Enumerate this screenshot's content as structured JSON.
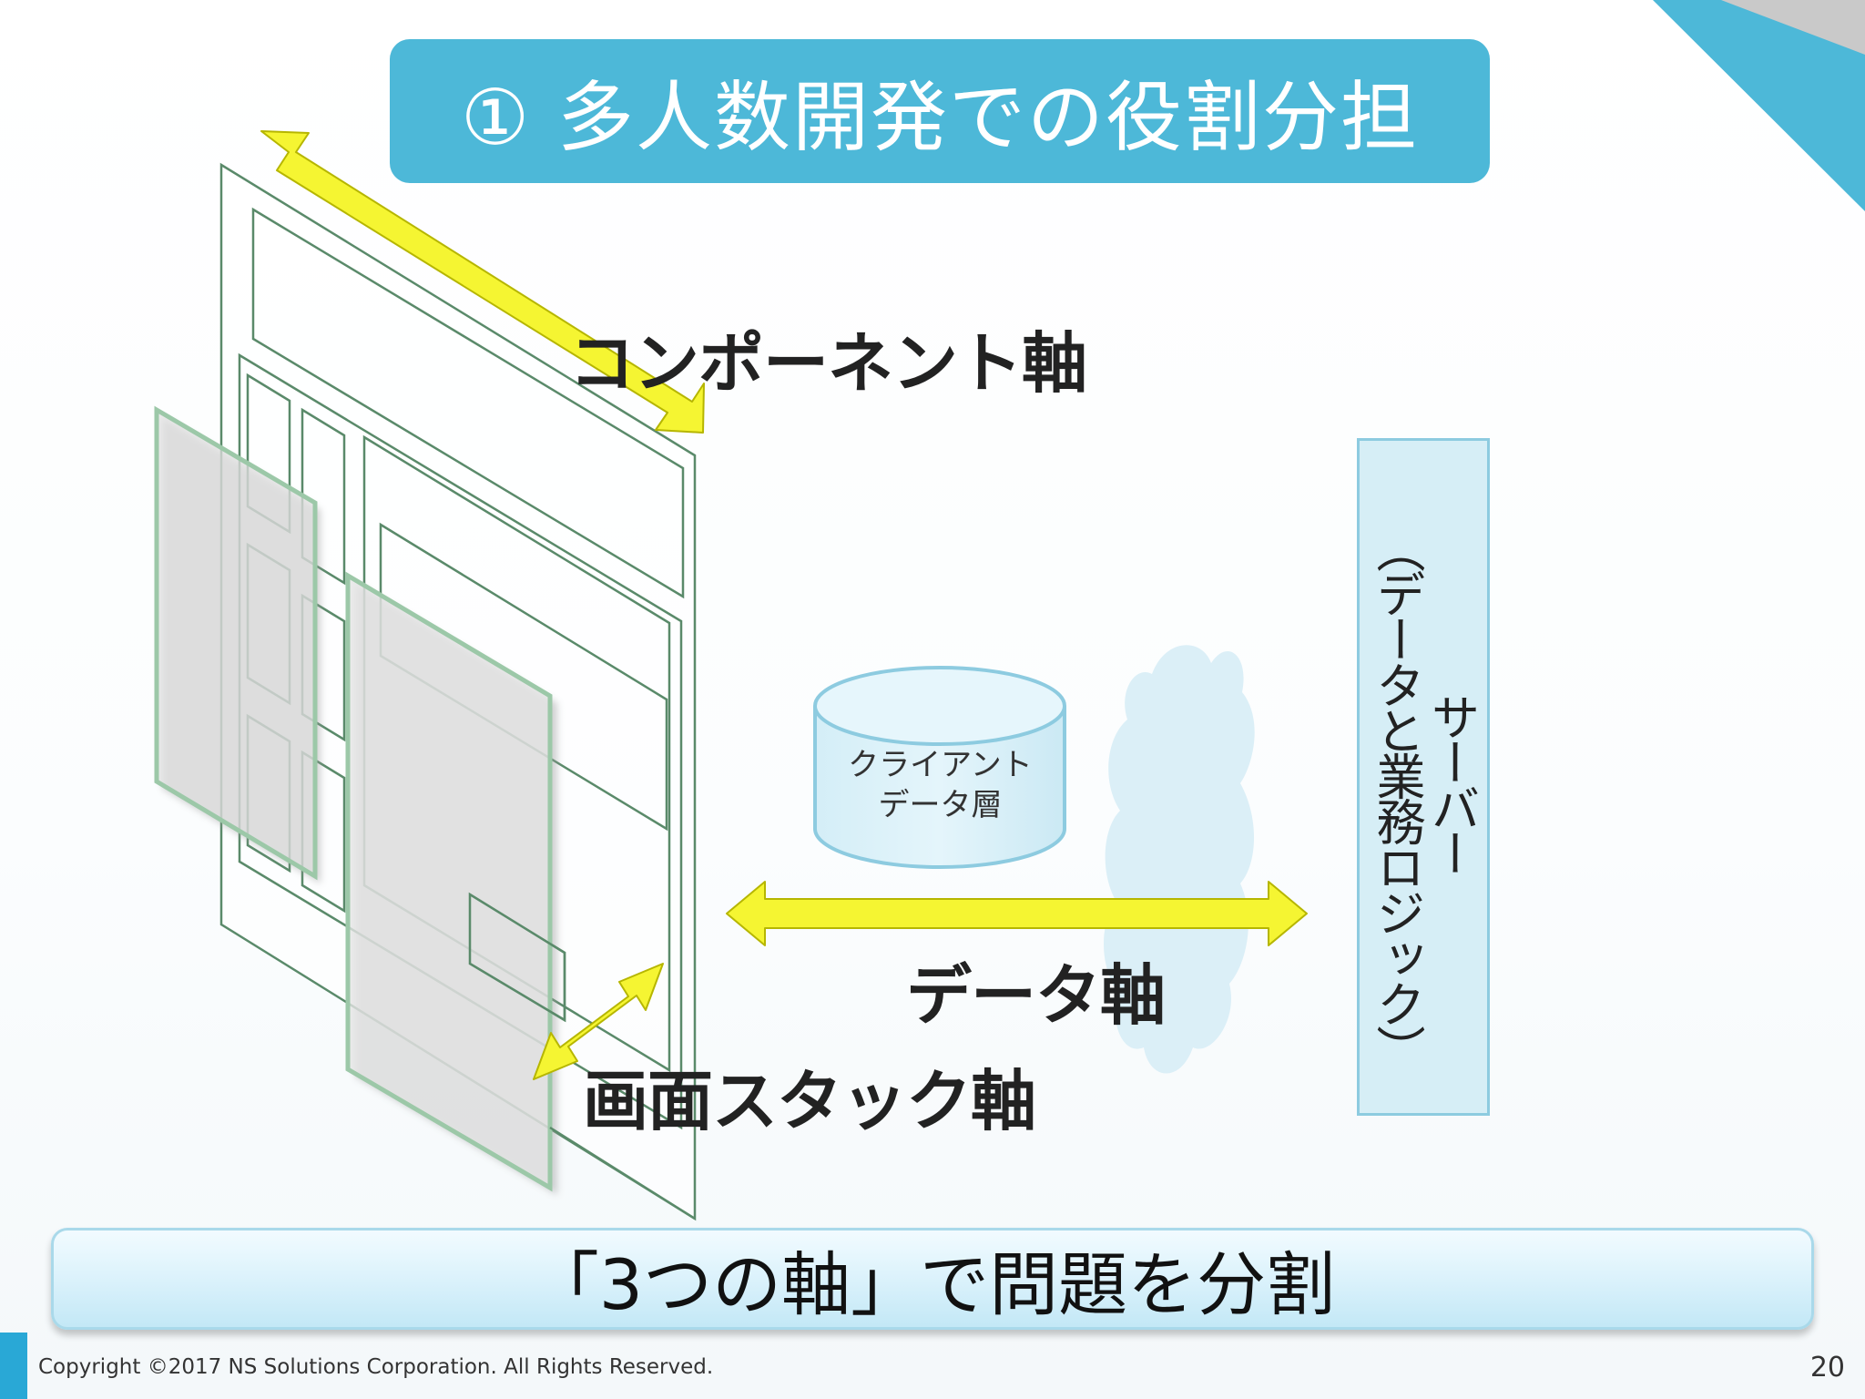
{
  "slide": {
    "title": "① 多人数開発での役割分担",
    "component_axis_label": "コンポーネント軸",
    "data_axis_label": "データ軸",
    "screen_stack_axis_label": "画面スタック軸",
    "database": {
      "line1": "クライアント",
      "line2": "データ層"
    },
    "server": {
      "title": "サーバー",
      "subtitle": "（データと業務ロジック）"
    },
    "summary": "「3つの軸」で問題を分割",
    "copyright": "Copyright ©2017 NS Solutions Corporation. All Rights Reserved.",
    "page_number": "20"
  },
  "colors": {
    "title_banner": "#4db8d8",
    "arrow_fill": "#f5f532",
    "frame_stroke": "#5a8a6a",
    "server_box": "#d6eef6",
    "cloud": "#d9eef7",
    "footer_accent": "#29a8d6"
  }
}
